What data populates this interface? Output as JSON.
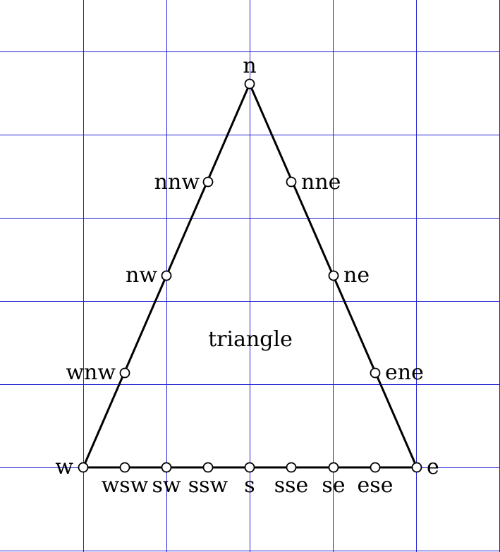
{
  "center_label": "triangle",
  "colors": {
    "grid": "#1f1fd6",
    "shape": "#000000",
    "dot_fill": "#ffffff"
  },
  "anchors": [
    {
      "name": "n",
      "label": "n"
    },
    {
      "name": "nnw",
      "label": "nnw"
    },
    {
      "name": "nnе",
      "label": "nne"
    },
    {
      "name": "nw",
      "label": "nw"
    },
    {
      "name": "ne",
      "label": "ne"
    },
    {
      "name": "wnw",
      "label": "wnw"
    },
    {
      "name": "ene",
      "label": "ene"
    },
    {
      "name": "w",
      "label": "w"
    },
    {
      "name": "e",
      "label": "e"
    },
    {
      "name": "wsw",
      "label": "wsw"
    },
    {
      "name": "sw",
      "label": "sw"
    },
    {
      "name": "ssw",
      "label": "ssw"
    },
    {
      "name": "s",
      "label": "s"
    },
    {
      "name": "sse",
      "label": "sse"
    },
    {
      "name": "se",
      "label": "se"
    },
    {
      "name": "ese",
      "label": "ese"
    }
  ]
}
